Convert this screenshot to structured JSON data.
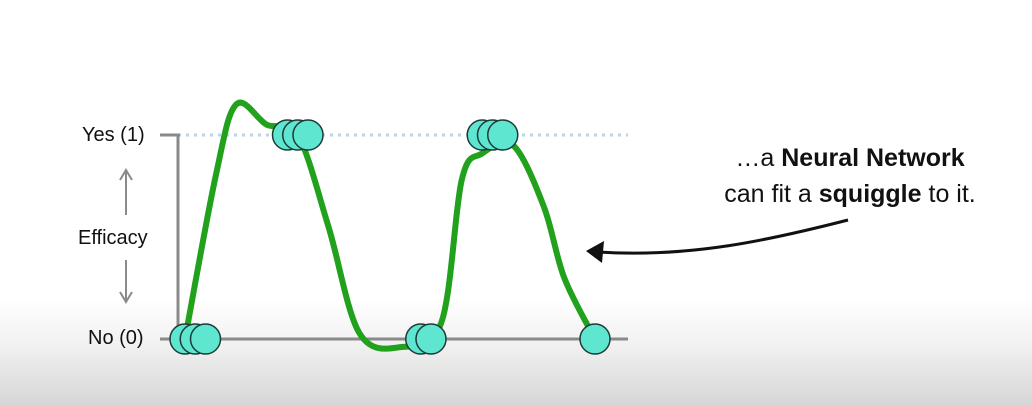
{
  "labels": {
    "yes": "Yes (1)",
    "no": "No (0)",
    "efficacy": "Efficacy"
  },
  "callout": {
    "line1_pre": "…a ",
    "line1_bold": "Neural Network",
    "line2_pre": "can fit a ",
    "line2_bold": "squiggle",
    "line2_post": " to it."
  },
  "colors": {
    "axis": "#8a8a8a",
    "curve": "#21a11c",
    "dot_fill": "#5ee6d0",
    "dot_stroke": "#1c3b37",
    "reference_line": "#b9d6e4",
    "arrow": "#111111"
  },
  "chart_data": {
    "type": "scatter",
    "ylim": [
      0,
      1
    ],
    "y_ticks": [
      "No (0)",
      "Yes (1)"
    ],
    "ylabel": "Efficacy",
    "points": [
      {
        "x": 0,
        "y": 0
      },
      {
        "x": 1,
        "y": 0
      },
      {
        "x": 2,
        "y": 0
      },
      {
        "x": 10,
        "y": 1
      },
      {
        "x": 11,
        "y": 1
      },
      {
        "x": 12,
        "y": 1
      },
      {
        "x": 23,
        "y": 0
      },
      {
        "x": 24,
        "y": 0
      },
      {
        "x": 29,
        "y": 1
      },
      {
        "x": 30,
        "y": 1
      },
      {
        "x": 31,
        "y": 1
      },
      {
        "x": 40,
        "y": 0
      }
    ],
    "squiggle": [
      {
        "x": 0,
        "y": 0
      },
      {
        "x": 3,
        "y": 0.8
      },
      {
        "x": 5,
        "y": 1.15
      },
      {
        "x": 8,
        "y": 1.05
      },
      {
        "x": 11,
        "y": 1.0
      },
      {
        "x": 14,
        "y": 0.55
      },
      {
        "x": 17,
        "y": 0.03
      },
      {
        "x": 21,
        "y": -0.04
      },
      {
        "x": 25,
        "y": 0.08
      },
      {
        "x": 27,
        "y": 0.78
      },
      {
        "x": 29,
        "y": 0.91
      },
      {
        "x": 32,
        "y": 0.95
      },
      {
        "x": 35,
        "y": 0.65
      },
      {
        "x": 37,
        "y": 0.3
      },
      {
        "x": 40,
        "y": 0
      }
    ]
  }
}
